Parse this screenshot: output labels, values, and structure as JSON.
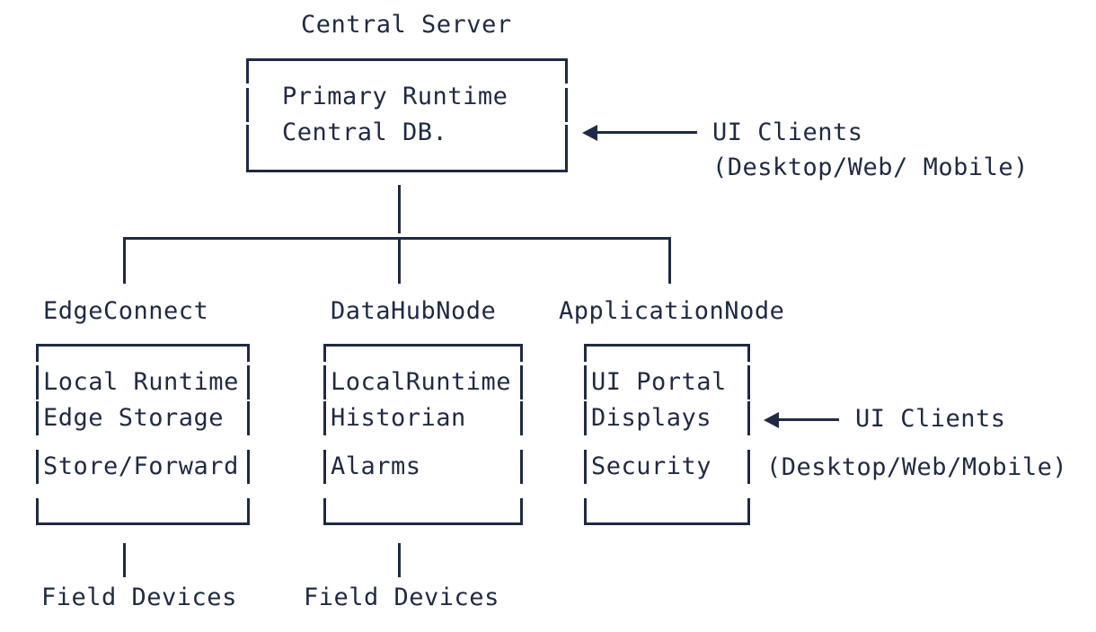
{
  "diagram": {
    "title": "Central Server",
    "central_box": {
      "lines": [
        "Primary Runtime",
        "Central DB."
      ]
    },
    "central_annotation": {
      "line1": "UI Clients",
      "line2": "(Desktop/Web/ Mobile)",
      "arrow": "left-arrow"
    },
    "nodes": [
      {
        "label": "EdgeConnect",
        "lines": [
          "Local Runtime",
          "Edge Storage",
          "",
          "Store/Forward"
        ],
        "child_label": "Field Devices"
      },
      {
        "label": "DataHubNode",
        "lines": [
          "LocalRuntime",
          "Historian",
          "",
          "Alarms"
        ],
        "child_label": "Field Devices"
      },
      {
        "label": "ApplicationNode",
        "lines": [
          "UI Portal",
          "Displays",
          "",
          "Security"
        ],
        "child_label": ""
      }
    ],
    "node_annotation": {
      "line1": "UI Clients",
      "line2": "(Desktop/Web/Mobile)",
      "arrow": "left-arrow"
    },
    "colors": {
      "ink": "#1f2a44",
      "background": "#ffffff"
    }
  }
}
